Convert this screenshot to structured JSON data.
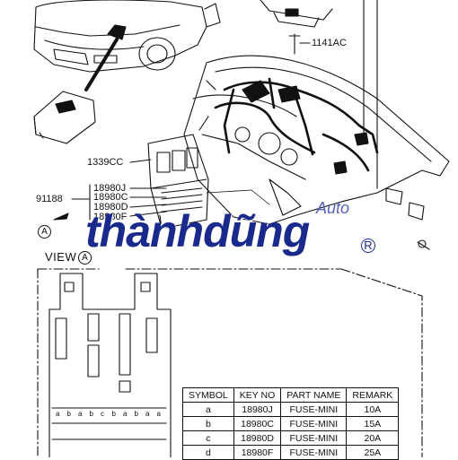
{
  "callouts": {
    "bolt_1141ac": "1141AC",
    "bolt_1339cc": "1339CC",
    "part_91188": "91188",
    "fuse_j": "18980J",
    "fuse_c": "18980C",
    "fuse_d": "18980D",
    "fuse_f": "18980F"
  },
  "view": {
    "label": "VIEW",
    "marker": "A"
  },
  "watermark": {
    "brand": "thànhdũng",
    "sub": "Auto",
    "reg": "R"
  },
  "fuse_slot_letters": [
    "a",
    "b",
    "a",
    "b",
    "c",
    "b",
    "a",
    "b",
    "a",
    "a"
  ],
  "table": {
    "headers": [
      "SYMBOL",
      "KEY NO",
      "PART NAME",
      "REMARK"
    ],
    "rows": [
      [
        "a",
        "18980J",
        "FUSE-MINI",
        "10A"
      ],
      [
        "b",
        "18980C",
        "FUSE-MINI",
        "15A"
      ],
      [
        "c",
        "18980D",
        "FUSE-MINI",
        "20A"
      ],
      [
        "d",
        "18980F",
        "FUSE-MINI",
        "25A"
      ]
    ]
  }
}
